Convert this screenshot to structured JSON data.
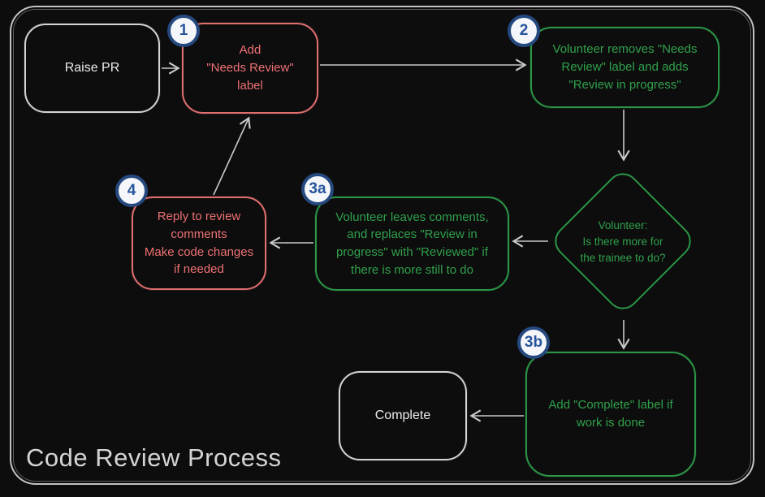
{
  "title": "Code Review Process",
  "colors": {
    "background": "#0d0d0e",
    "frame": "#c3c3c3",
    "red_node": "#ee7173",
    "green_node": "#30a04a",
    "white_node": "#ececec",
    "badge_border": "#25497e",
    "badge_text": "#27549c",
    "arrow": "#c9c9c9"
  },
  "nodes": {
    "raise_pr": {
      "label": "Raise PR"
    },
    "step1": {
      "badge": "1",
      "label": "Add\n\"Needs Review\"\nlabel"
    },
    "step2": {
      "badge": "2",
      "label": "Volunteer removes \"Needs\nReview\" label and adds\n\"Review in progress\""
    },
    "decision": {
      "label": "Volunteer:\nIs there more for\nthe trainee to do?"
    },
    "step3a": {
      "badge": "3a",
      "label": "Volunteer leaves comments,\nand replaces \"Review in\nprogress\" with \"Reviewed\" if\nthere is more still to do"
    },
    "step3b": {
      "badge": "3b",
      "label": "Add \"Complete\" label if\nwork is done"
    },
    "step4": {
      "badge": "4",
      "label": "Reply to review\ncomments\nMake code changes\nif needed"
    },
    "complete": {
      "label": "Complete"
    }
  }
}
